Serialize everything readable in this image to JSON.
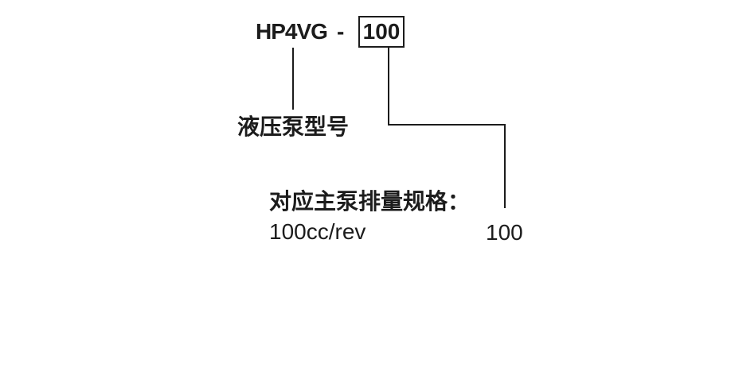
{
  "colors": {
    "background": "#ffffff",
    "ink": "#1c1c1c"
  },
  "code_header": {
    "model_prefix": "HP4VG",
    "separator": "-",
    "size_code": "100"
  },
  "callout_pump_model": {
    "label": "液压泵型号"
  },
  "callout_displacement": {
    "heading": "对应主泵排量规格：",
    "spec": "100cc/rev",
    "code": "100"
  }
}
